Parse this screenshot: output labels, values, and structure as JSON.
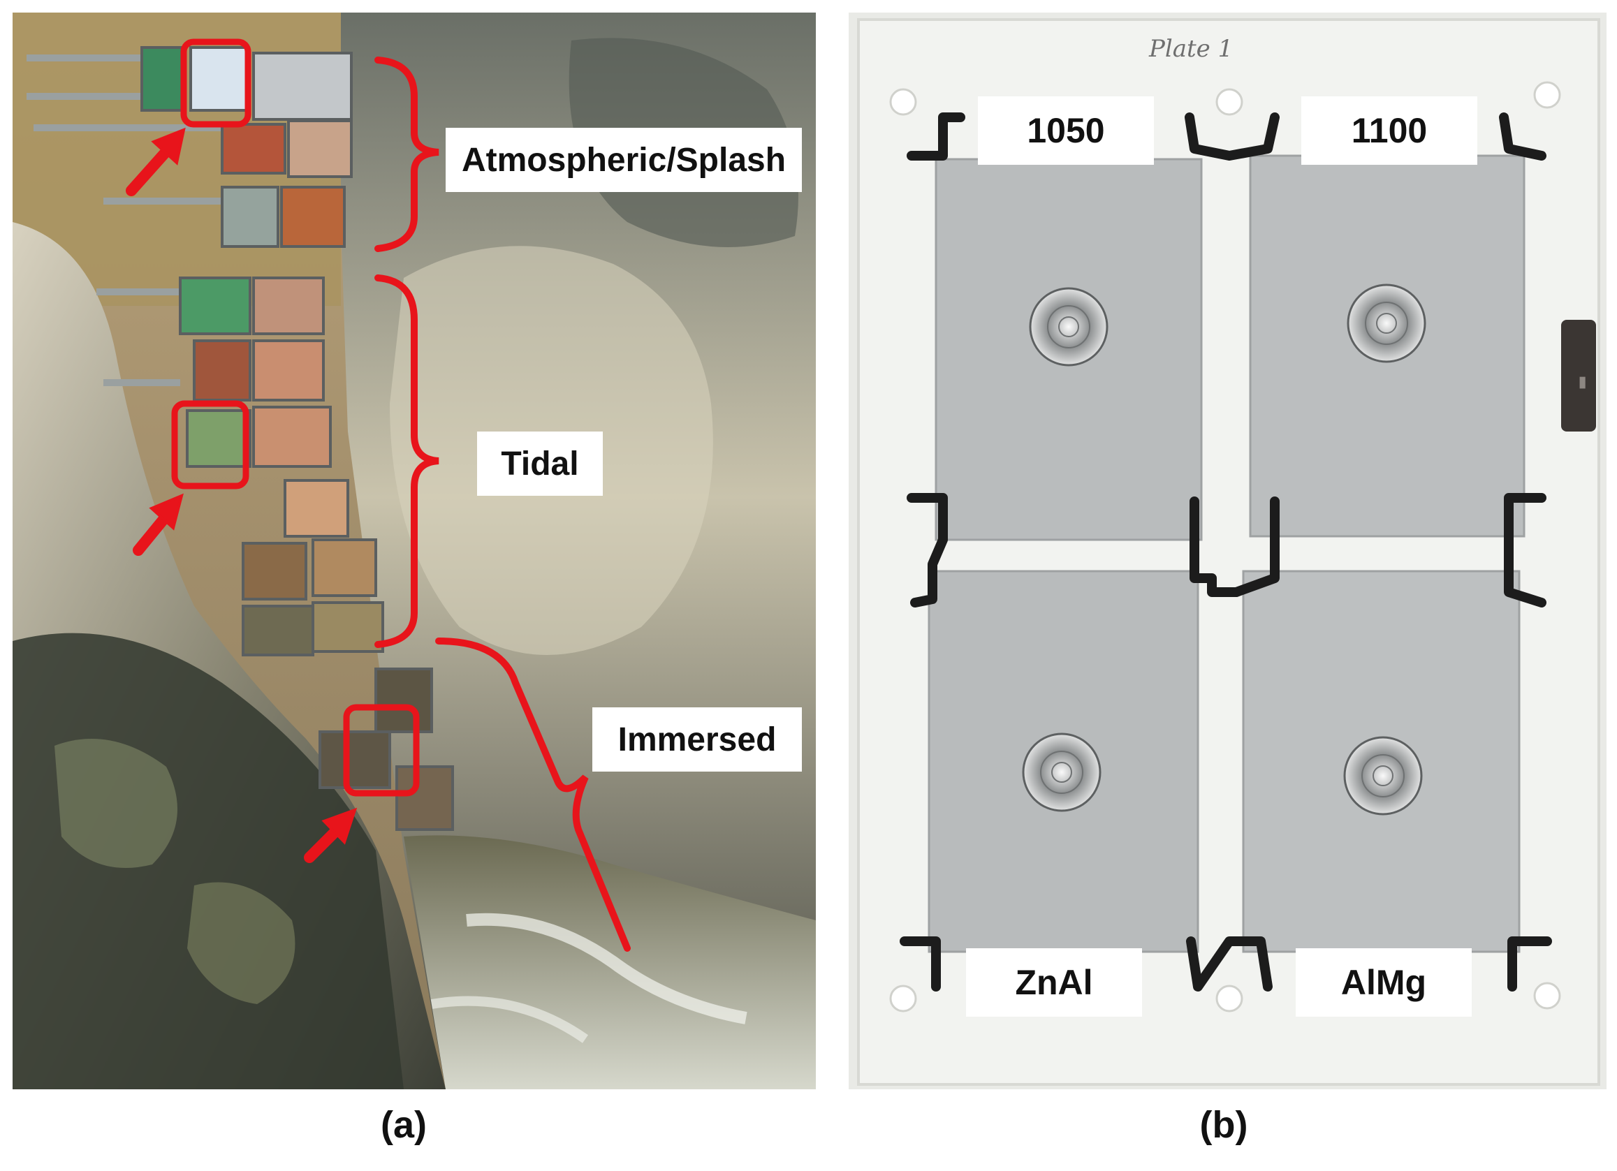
{
  "panel_a": {
    "zones": [
      {
        "key": "atmo",
        "label": "Atmospheric/Splash"
      },
      {
        "key": "tidal",
        "label": "Tidal"
      },
      {
        "key": "immersed",
        "label": "Immersed"
      }
    ],
    "caption": "(a)"
  },
  "panel_b": {
    "plate_handwriting": "Plate 1",
    "samples": [
      {
        "key": "tl",
        "label": "1050"
      },
      {
        "key": "tr",
        "label": "1100"
      },
      {
        "key": "bl",
        "label": "ZnAl"
      },
      {
        "key": "br",
        "label": "AlMg"
      }
    ],
    "caption": "(b)"
  },
  "colors": {
    "annotation_red": "#e8141b",
    "label_bg": "#ffffff",
    "plate_white": "#f2f3f0",
    "sample_grey": "#b9bcbd"
  }
}
